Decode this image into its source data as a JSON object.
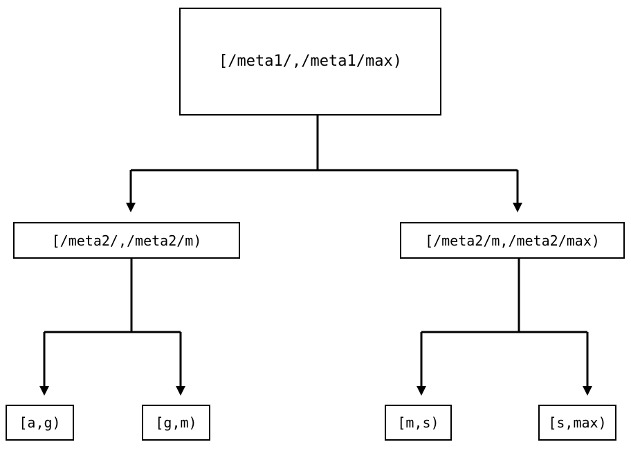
{
  "diagram": {
    "type": "tree",
    "title": "",
    "background_color": "#ffffff",
    "line_color": "#000000",
    "box_border_color": "#000000",
    "box_fill_color": "#ffffff",
    "nodes": {
      "root": {
        "label": "[/meta1/,/meta1/max)"
      },
      "mid_left": {
        "label": "[/meta2/,/meta2/m)"
      },
      "mid_right": {
        "label": "[/meta2/m,/meta2/max)"
      },
      "leaf_ag": {
        "label": "[a,g)"
      },
      "leaf_gm": {
        "label": "[g,m)"
      },
      "leaf_ms": {
        "label": "[m,s)"
      },
      "leaf_smax": {
        "label": "[s,max)"
      }
    },
    "edges": [
      {
        "from": "root",
        "to": "mid_left",
        "arrow": "filled-triangle-down"
      },
      {
        "from": "root",
        "to": "mid_right",
        "arrow": "filled-triangle-down"
      },
      {
        "from": "mid_left",
        "to": "leaf_ag",
        "arrow": "filled-triangle-down"
      },
      {
        "from": "mid_left",
        "to": "leaf_gm",
        "arrow": "filled-triangle-down"
      },
      {
        "from": "mid_right",
        "to": "leaf_ms",
        "arrow": "filled-triangle-down"
      },
      {
        "from": "mid_right",
        "to": "leaf_smax",
        "arrow": "filled-triangle-down"
      }
    ]
  }
}
